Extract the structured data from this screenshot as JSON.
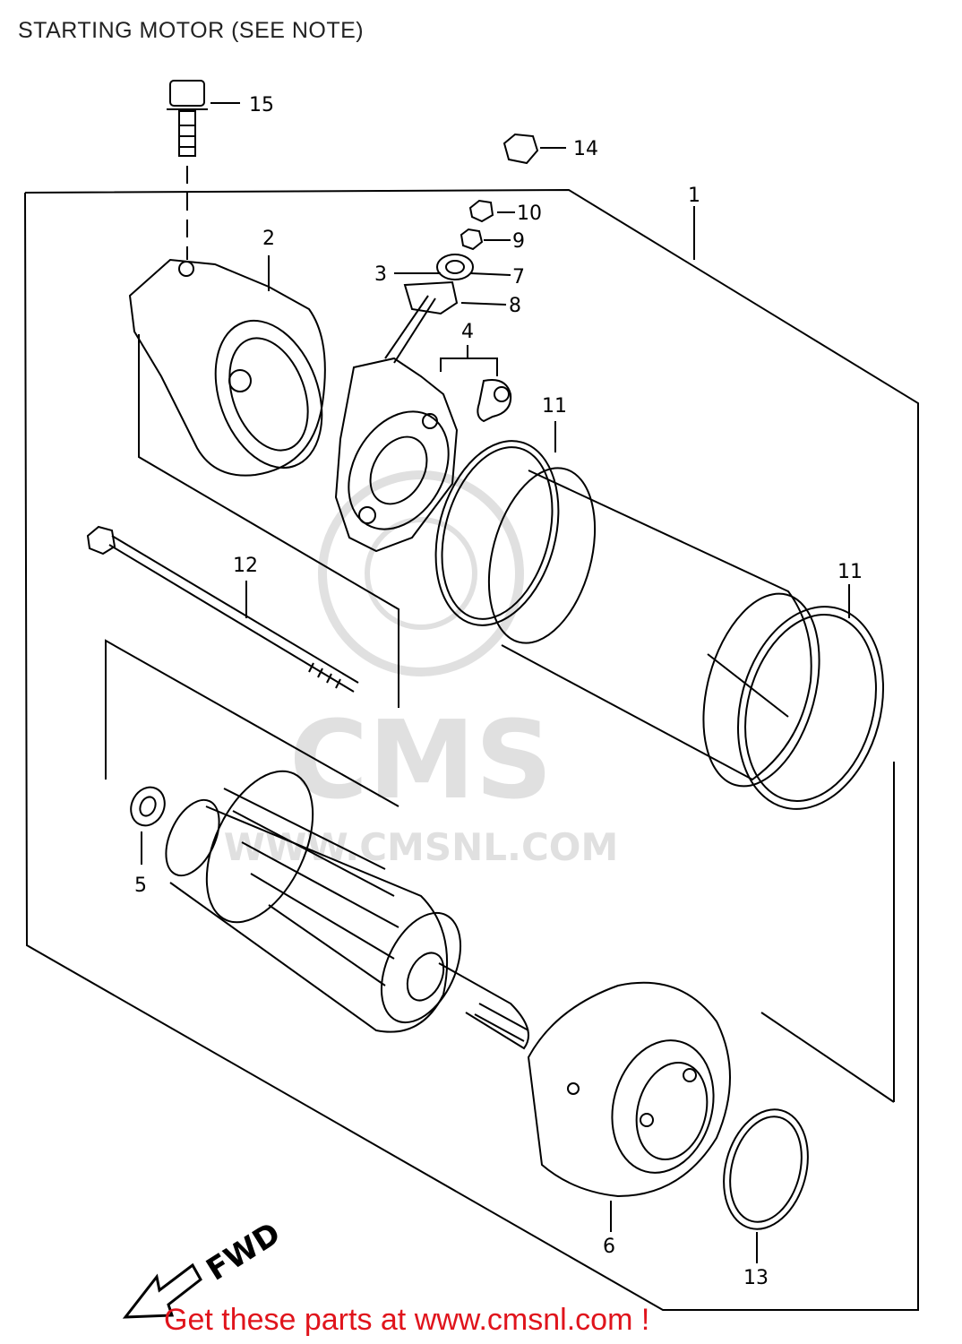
{
  "page": {
    "title": "STARTING MOTOR (SEE NOTE)",
    "footer_link": "Get these parts at www.cmsnl.com !"
  },
  "watermark": {
    "brand": "CMS",
    "url": "WWW.CMSNL.COM"
  },
  "direction_label": "FWD",
  "callouts": [
    {
      "id": "15",
      "label": "15"
    },
    {
      "id": "14",
      "label": "14"
    },
    {
      "id": "1",
      "label": "1"
    },
    {
      "id": "2",
      "label": "2"
    },
    {
      "id": "10",
      "label": "10"
    },
    {
      "id": "9",
      "label": "9"
    },
    {
      "id": "3",
      "label": "3"
    },
    {
      "id": "7",
      "label": "7"
    },
    {
      "id": "8",
      "label": "8"
    },
    {
      "id": "4",
      "label": "4"
    },
    {
      "id": "11a",
      "label": "11"
    },
    {
      "id": "11b",
      "label": "11"
    },
    {
      "id": "12",
      "label": "12"
    },
    {
      "id": "5",
      "label": "5"
    },
    {
      "id": "6",
      "label": "6"
    },
    {
      "id": "13",
      "label": "13"
    }
  ],
  "colors": {
    "line": "#000000",
    "footer": "#e0141c",
    "watermark": "#c8c8c8"
  }
}
